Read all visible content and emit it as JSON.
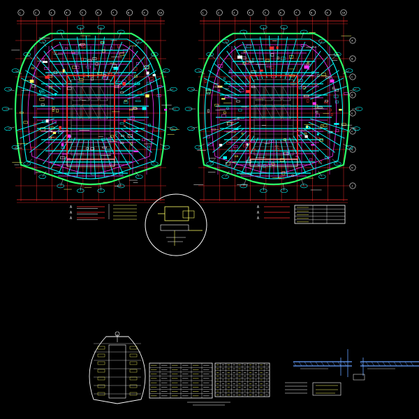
{
  "drawing": {
    "background": "#000000",
    "colors": {
      "grid": "#ff2a2a",
      "duct": "#00ffff",
      "equipment": "#ff33ff",
      "outline": "#2bff6a",
      "annotation": "#ffffff",
      "detail": "#ffff66",
      "core": "#aaaaaa",
      "section": "#66a0ff"
    }
  },
  "plans": [
    {
      "id": "plan-left",
      "grid_top": [
        "1",
        "2",
        "3",
        "4",
        "5",
        "6",
        "7",
        "8",
        "9",
        "10"
      ]
    },
    {
      "id": "plan-right",
      "grid_top": [
        "1",
        "2",
        "3",
        "4",
        "5",
        "6",
        "7",
        "8",
        "9",
        "10"
      ],
      "grid_side": [
        "A",
        "B",
        "C",
        "D",
        "E",
        "F",
        "G",
        "H",
        "J"
      ]
    }
  ],
  "legend_markers": [
    "A",
    "A",
    "A"
  ],
  "detail_callout": {
    "shape": "circle"
  },
  "key_plan": {
    "rows": 7
  },
  "schedule_tables": [
    {
      "id": "schedule-1",
      "rows": 8,
      "cols": 6
    },
    {
      "id": "schedule-2",
      "rows": 9,
      "cols": 10
    },
    {
      "id": "schedule-3",
      "rows": 5,
      "cols": 3
    }
  ],
  "sections": [
    {
      "id": "section-1"
    },
    {
      "id": "section-2"
    }
  ]
}
